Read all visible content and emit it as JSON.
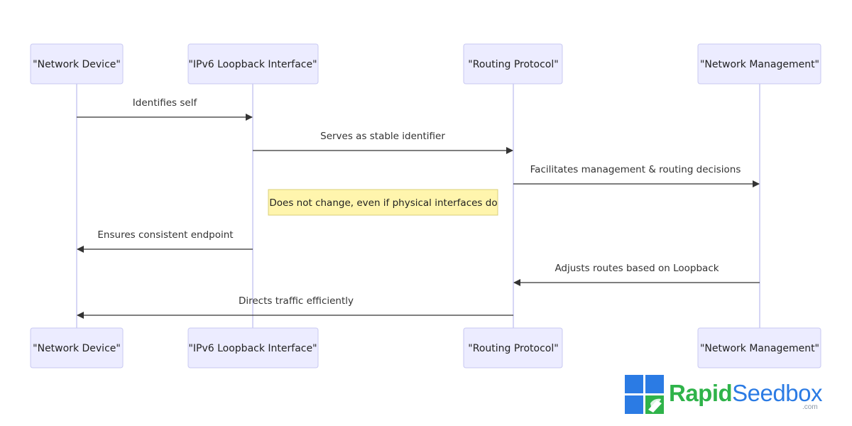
{
  "participants": [
    {
      "id": "device",
      "label": "\"Network Device\""
    },
    {
      "id": "loopback",
      "label": "\"IPv6 Loopback Interface\""
    },
    {
      "id": "routing",
      "label": "\"Routing Protocol\""
    },
    {
      "id": "mgmt",
      "label": "\"Network Management\""
    }
  ],
  "messages": [
    {
      "from": "device",
      "to": "loopback",
      "label": "Identifies self"
    },
    {
      "from": "loopback",
      "to": "routing",
      "label": "Serves as stable identifier"
    },
    {
      "from": "routing",
      "to": "mgmt",
      "label": "Facilitates management & routing decisions"
    },
    {
      "from": "loopback",
      "to": "device",
      "label": "Ensures consistent endpoint"
    },
    {
      "from": "mgmt",
      "to": "routing",
      "label": "Adjusts routes based on Loopback"
    },
    {
      "from": "routing",
      "to": "device",
      "label": "Directs traffic efficiently"
    }
  ],
  "note": {
    "label": "Does not change, even if physical interfaces do"
  },
  "logo": {
    "word_rapid": "Rapid",
    "word_seedbox": "Seedbox",
    "suffix": ".com"
  },
  "colors": {
    "actor_fill": "#ECECFF",
    "actor_stroke": "#C9C9F2",
    "line": "#333333",
    "note_fill": "#FFF5AD",
    "logo_green": "#2FB34A",
    "logo_blue": "#2B7BE4"
  }
}
